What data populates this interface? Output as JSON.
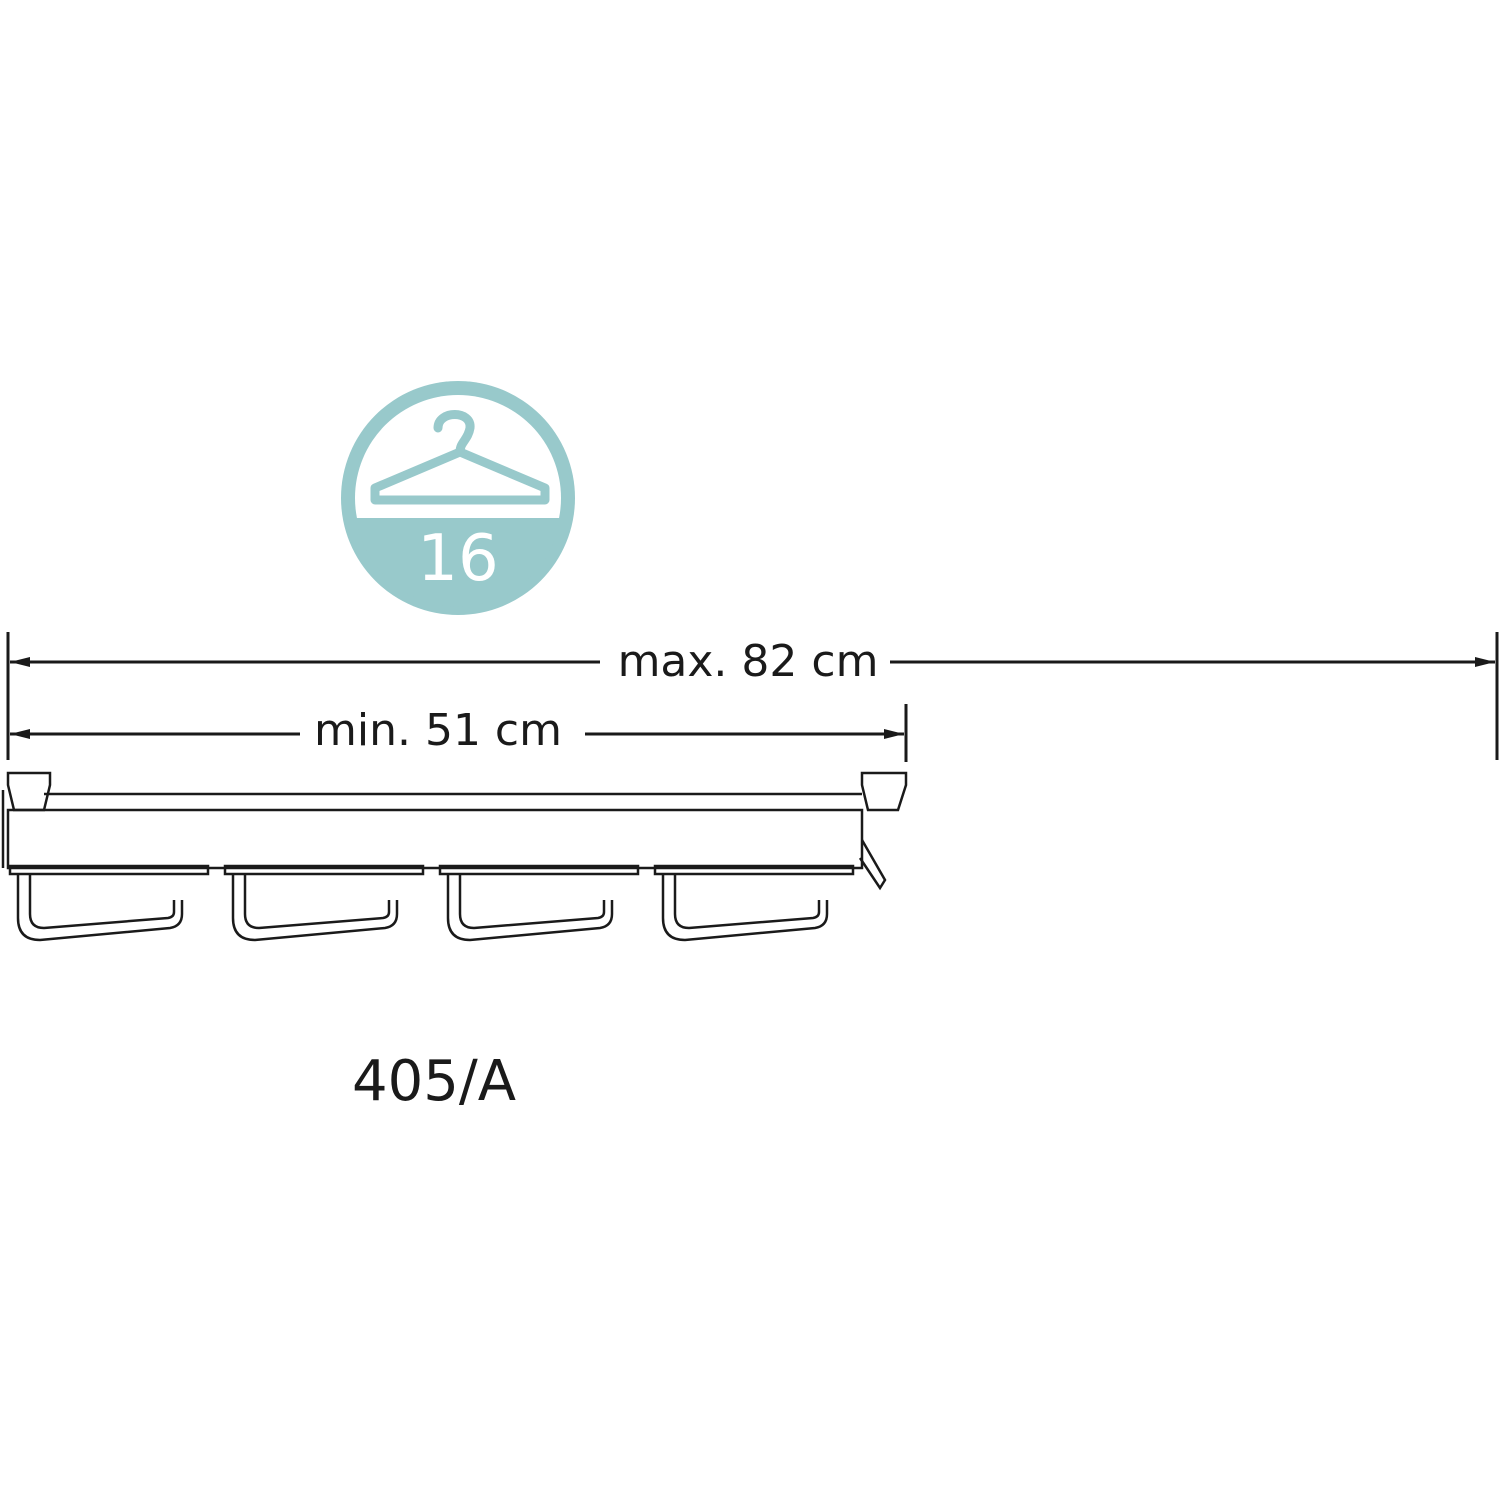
{
  "badge": {
    "icon": "hanger-icon",
    "count": "16",
    "color": "#98c9cb"
  },
  "dimensions": {
    "max_label": "max. 82 cm",
    "min_label": "min. 51 cm"
  },
  "product": {
    "model_code": "405/A",
    "hook_count": 4
  }
}
